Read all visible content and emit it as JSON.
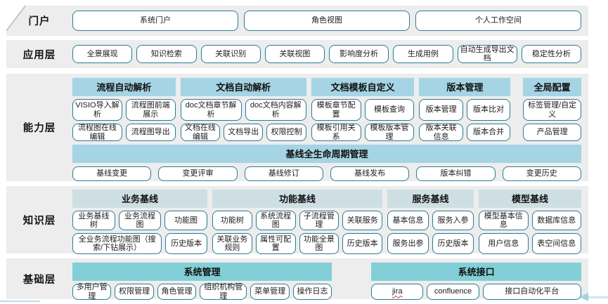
{
  "colors": {
    "band_bg": "#ededed",
    "box_border": "#2c7b94",
    "capability_header": "#a5d4e4",
    "baseline_band": "#a5d4e4",
    "knowledge_header": "#cedfe4",
    "foundation_header": "#82cfd7",
    "accent_line": "#bcdce9",
    "arrow": "#9ed3e2",
    "spellcheck_underline": "#e03131"
  },
  "layers": {
    "portal": {
      "label": "门户",
      "items": [
        "系统门户",
        "角色视图",
        "个人工作空间"
      ]
    },
    "application": {
      "label": "应用层",
      "items": [
        "全景展现",
        "知识检索",
        "关联识别",
        "关联视图",
        "影响度分析",
        "生成用例",
        "自动生成导出文档",
        "稳定性分析"
      ]
    },
    "capability": {
      "label": "能力层",
      "groups": [
        {
          "title": "流程自动解析",
          "rows": [
            [
              "VISIO导入解析",
              "流程图前端展示"
            ],
            [
              "流程图在线编辑",
              "流程图导出"
            ]
          ]
        },
        {
          "title": "文档自动解析",
          "rows": [
            [
              "doc文档章节解析",
              "doc文档内容解析"
            ],
            [
              "文档在线编辑",
              "文档导出",
              "权限控制"
            ]
          ]
        },
        {
          "title": "文档模板自定义",
          "rows": [
            [
              "模板章节配置",
              "模板查询"
            ],
            [
              "模板引用关系",
              "模板版本管理"
            ]
          ]
        },
        {
          "title": "版本管理",
          "rows": [
            [
              "版本管理",
              "版本比对"
            ],
            [
              "版本关联信息",
              "版本合并"
            ]
          ]
        },
        {
          "title": "全局配置",
          "rows": [
            [
              "标签管理/自定义"
            ],
            [
              "产品管理"
            ]
          ]
        }
      ],
      "baseline": {
        "title": "基线全生命周期管理",
        "items": [
          "基线变更",
          "变更评审",
          "基线修订",
          "基线发布",
          "版本纠错",
          "变更历史"
        ]
      }
    },
    "knowledge": {
      "label": "知识层",
      "groups": [
        {
          "title": "业务基线",
          "rows": [
            [
              "业务基线树",
              "业务流程图",
              "功能图"
            ],
            [
              "全业务流程功能图（搜索/下钻展示）",
              "历史版本"
            ]
          ]
        },
        {
          "title": "功能基线",
          "rows": [
            [
              "功能树",
              "系统流程图",
              "子流程管理",
              "关联服务"
            ],
            [
              "关联业务规则",
              "属性可配置",
              "功能全景图",
              "历史版本"
            ]
          ]
        },
        {
          "title": "服务基线",
          "rows": [
            [
              "基本信息",
              "服务入参"
            ],
            [
              "服务出参",
              "历史版本"
            ]
          ]
        },
        {
          "title": "模型基线",
          "rows": [
            [
              "模型基本信息",
              "数据库信息"
            ],
            [
              "用户信息",
              "表空间信息"
            ]
          ]
        }
      ]
    },
    "foundation": {
      "label": "基础层",
      "groups": [
        {
          "title": "系统管理",
          "rows": [
            [
              "多用户管理",
              "权限管理",
              "角色管理",
              "组织机构管理",
              "菜单管理",
              "操作日志"
            ]
          ]
        },
        {
          "title": "系统接口",
          "rows": [
            [
              "jira",
              "confluence",
              "接口自动化平台"
            ]
          ]
        }
      ]
    }
  }
}
